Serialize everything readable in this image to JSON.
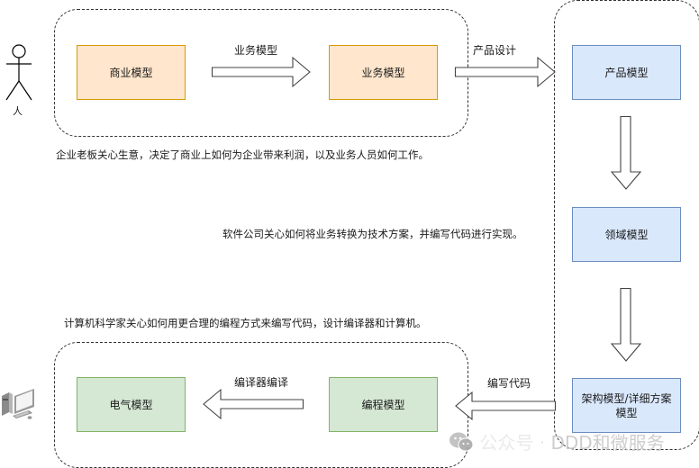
{
  "diagram": {
    "actors": {
      "person": {
        "label": "人",
        "icon": "person-stick-figure-icon"
      },
      "computer": {
        "icon": "desktop-computer-icon"
      }
    },
    "boxes": {
      "business_model": {
        "label": "商业模型",
        "style": "orange"
      },
      "service_model": {
        "label": "业务模型",
        "style": "orange"
      },
      "product_model": {
        "label": "产品模型",
        "style": "blue"
      },
      "domain_model": {
        "label": "领域模型",
        "style": "blue"
      },
      "architecture_model": {
        "label": "架构模型/详细方案模型",
        "style": "blue"
      },
      "programming_model": {
        "label": "编程模型",
        "style": "green"
      },
      "electrical_model": {
        "label": "电气模型",
        "style": "green"
      }
    },
    "arrows": {
      "business_to_service": {
        "label": "业务模型",
        "direction": "right"
      },
      "service_to_product": {
        "label": "产品设计",
        "direction": "right"
      },
      "product_to_domain": {
        "label": "",
        "direction": "down"
      },
      "domain_to_architecture": {
        "label": "",
        "direction": "down"
      },
      "architecture_to_programming": {
        "label": "编写代码",
        "direction": "left"
      },
      "programming_to_electrical": {
        "label": "编译器编译",
        "direction": "left"
      }
    },
    "notes": {
      "business": "企业老板关心生意，决定了商业上如何为企业带来利润，以及业务人员如何工作。",
      "software": "软件公司关心如何将业务转换为技术方案，并编写代码进行实现。",
      "computer_science": "计算机科学家关心如何用更合理的编程方式来编写代码，设计编译器和计算机。"
    },
    "colors": {
      "orange_fill": "#ffe6cc",
      "orange_stroke": "#d79b00",
      "blue_fill": "#dae8fc",
      "blue_stroke": "#6c8ebf",
      "green_fill": "#d5e8d4",
      "green_stroke": "#82b366"
    }
  },
  "watermark": {
    "icon": "wechat-icon",
    "prefix": "公众号 ·",
    "text": "DDD和微服务"
  }
}
